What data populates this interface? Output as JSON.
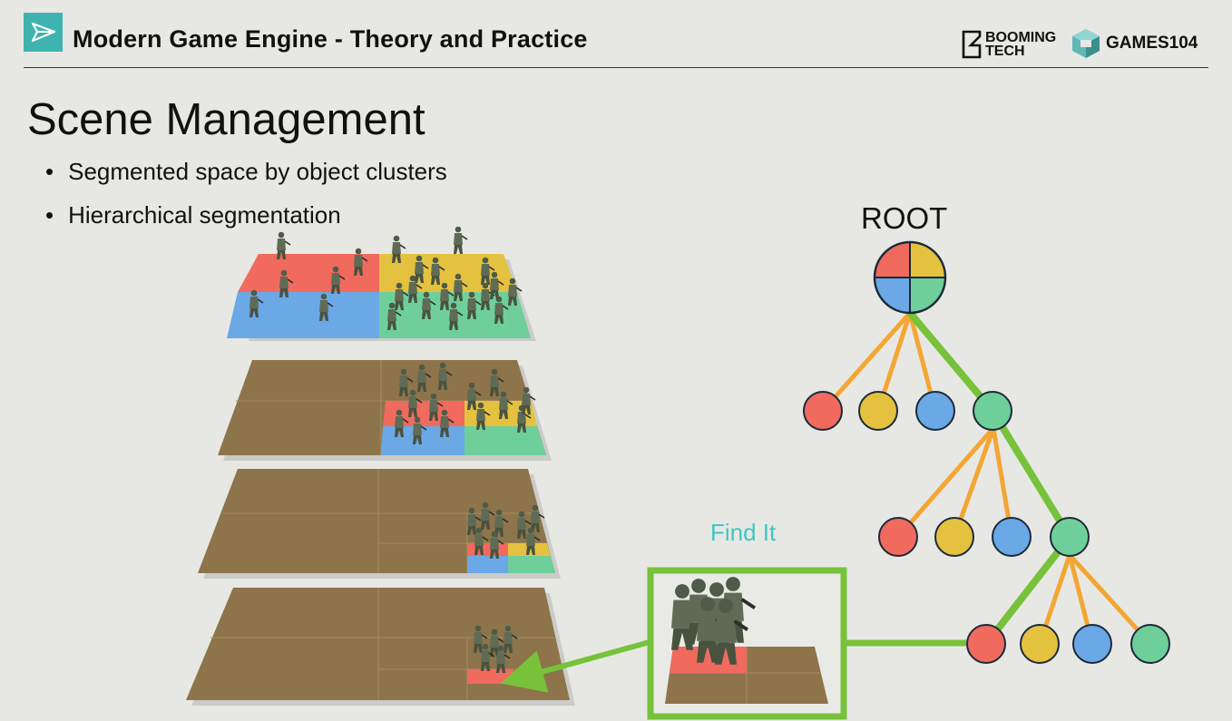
{
  "header": {
    "course_title": "Modern Game Engine - Theory and Practice",
    "booming_logo_line1": "BOOMING",
    "booming_logo_line2": "TECH",
    "games_logo_text": "GAMES104",
    "accent_color": "#3fb3b0"
  },
  "slide": {
    "title": "Scene Management",
    "bullets": [
      "Segmented space by object clusters",
      "Hierarchical segmentation"
    ]
  },
  "diagram": {
    "root_label": "ROOT",
    "find_label": "Find It",
    "quadrant_colors": {
      "red": "#f06a5e",
      "yellow": "#e4c23f",
      "blue": "#6aa8e6",
      "green": "#6fcf9a"
    },
    "highlight_path_color": "#77c23a",
    "branch_color": "#f4a633",
    "floor_color": "#8e744a"
  }
}
